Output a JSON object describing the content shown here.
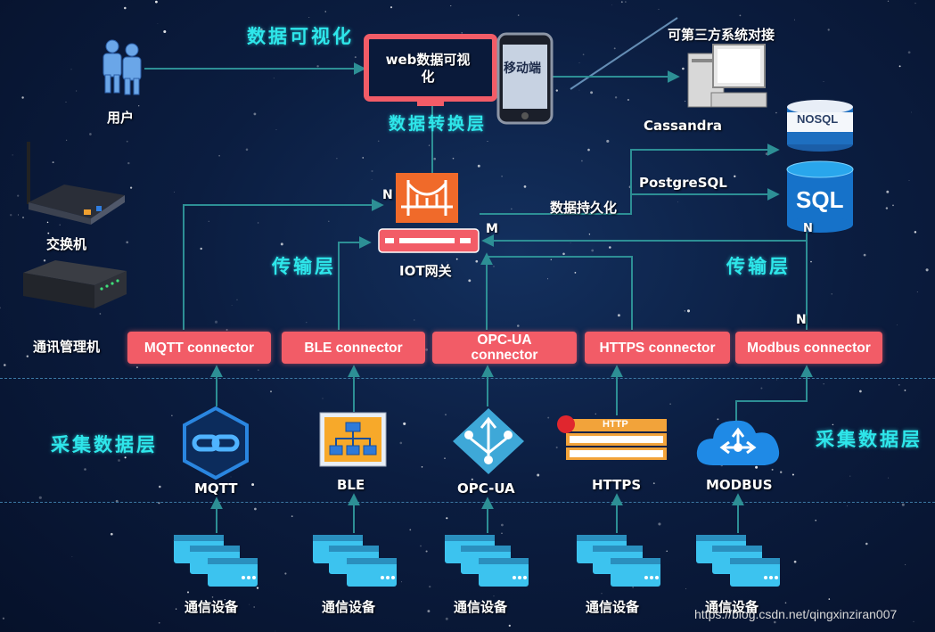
{
  "layers": {
    "visualization": "数据可视化",
    "conversion": "数据转换层",
    "transport_left": "传输层",
    "transport_right": "传输层",
    "collection_left": "采集数据层",
    "collection_right": "采集数据层"
  },
  "top": {
    "users": "用户",
    "web_monitor": "web数据可视化",
    "mobile": "移动端",
    "third_party": "可第三方系统对接",
    "cassandra": "Cassandra",
    "nosql": "NOSQL",
    "postgresql": "PostgreSQL",
    "sql": "SQL",
    "persistence": "数据持久化",
    "sql_n": "N"
  },
  "gateway": {
    "label": "IOT网关",
    "n": "N",
    "m": "M"
  },
  "left_devices": {
    "switch": "交换机",
    "comm_manager": "通讯管理机"
  },
  "connectors": [
    {
      "label": "MQTT connector"
    },
    {
      "label": "BLE connector"
    },
    {
      "label": "OPC-UA connector"
    },
    {
      "label": "HTTPS connector"
    },
    {
      "label": "Modbus connector"
    }
  ],
  "modbus_n": "N",
  "protocols": [
    {
      "label": "MQTT"
    },
    {
      "label": "BLE"
    },
    {
      "label": "OPC-UA"
    },
    {
      "label": "HTTPS",
      "badge": "HTTP"
    },
    {
      "label": "MODBUS"
    }
  ],
  "devices": [
    {
      "label": "通信设备"
    },
    {
      "label": "通信设备"
    },
    {
      "label": "通信设备"
    },
    {
      "label": "通信设备"
    },
    {
      "label": "通信设备"
    }
  ],
  "watermark": "https://blog.csdn.net/qingxinziran007",
  "colors": {
    "connector": "#f25c67",
    "accent_text": "#2ee6ea",
    "line": "#2d8f95"
  }
}
